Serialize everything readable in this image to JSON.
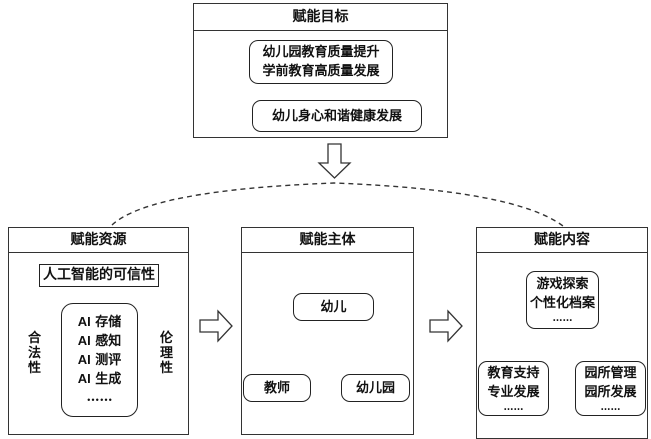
{
  "goal_panel": {
    "title": "赋能目标",
    "box1_lines": [
      "幼儿园教育质量提升",
      "学前教育高质量发展"
    ],
    "box2": "幼儿身心和谐健康发展"
  },
  "resources_panel": {
    "title": "赋能资源",
    "trust_label": "人工智能的可信性",
    "ai_items": [
      {
        "prefix": "AI",
        "text": "存储"
      },
      {
        "prefix": "AI",
        "text": "感知"
      },
      {
        "prefix": "AI",
        "text": "测评"
      },
      {
        "prefix": "AI",
        "text": "生成"
      }
    ],
    "ellipsis": "……",
    "left_label": "合法性",
    "right_label": "伦理性"
  },
  "subjects_panel": {
    "title": "赋能主体",
    "top": "幼儿",
    "left": "教师",
    "right": "幼儿园"
  },
  "content_panel": {
    "title": "赋能内容",
    "top_lines": [
      "游戏探索",
      "个性化档案",
      "……"
    ],
    "left_lines": [
      "教育支持",
      "专业发展",
      "……"
    ],
    "right_lines": [
      "园所管理",
      "园所发展",
      "……"
    ]
  }
}
